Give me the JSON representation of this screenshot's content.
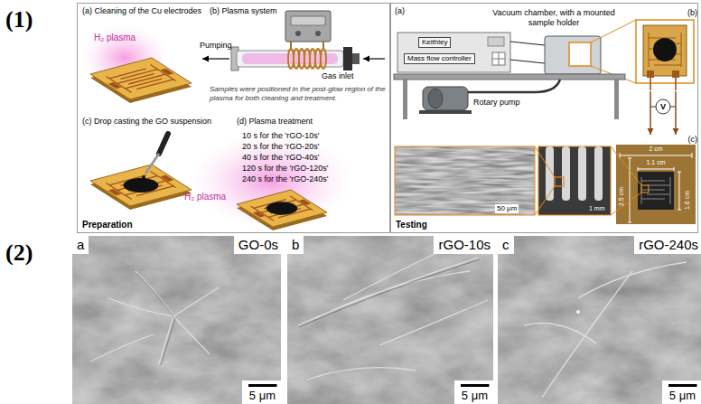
{
  "diagram": {
    "nodes": [
      {
        "text": [
          "Preparation"
        ]
      },
      {
        "text": [
          "Testing"
        ]
      },
      {
        "text": [
          "(b)"
        ],
        "in": 1
      },
      {
        "text": [
          "(c)"
        ],
        "in": 1
      },
      {
        "text": [
          "Keithley"
        ],
        "in": 1
      },
      {
        "text": [
          "Mass flow controller"
        ],
        "in": 1
      },
      {
        "text": [
          "a",
          "GO-0s",
          "5 μm"
        ]
      },
      {
        "text": [
          "b",
          "rGO-10s",
          "5 μm"
        ]
      },
      {
        "text": [
          "c",
          "rGO-240s",
          "5 μm"
        ]
      }
    ],
    "edges": [
      {
        "from": 2,
        "to": 3,
        "arrow": "to"
      },
      {
        "from": 2,
        "to": 3,
        "arrow": "to"
      }
    ],
    "labels": [
      "(1)",
      "(a) Cleaning of the Cu electrodes",
      "(b) Plasma system",
      "H₂ plasma",
      "Pumping",
      "Gas inlet",
      "Samples were positioned in the post-glow region of the plasma for both cleaning and treatment.",
      "(c) Drop casting the GO suspension",
      "(d) Plasma treatment",
      "10 s for the 'rGO-10s'",
      "20 s for the 'rGO-20s'",
      "40 s for the 'rGO-40s'",
      "120 s for the 'rGO-120s'",
      "240 s for the 'rGO-240s'",
      "H₂ plasma",
      "(a)",
      "Vacuum chamber, with a mounted sample holder",
      "Rotary pump",
      "V",
      "2 cm",
      "1.1 cm",
      "2.5 cm",
      "1.6 cm",
      "50 μm",
      "1 mm",
      "(2)"
    ]
  }
}
